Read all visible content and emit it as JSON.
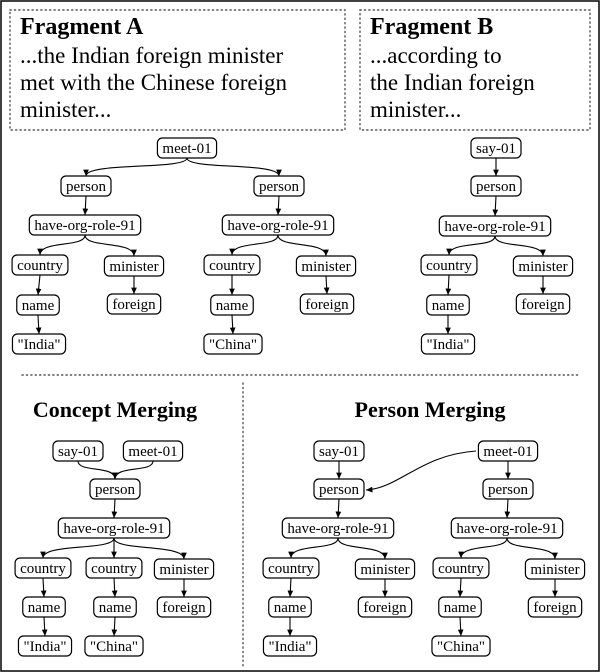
{
  "fragments": {
    "a": {
      "title": "Fragment  A",
      "lines": [
        "...the Indian foreign minister",
        "met with the Chinese foreign",
        "minister..."
      ]
    },
    "b": {
      "title": "Fragment  B",
      "lines": [
        "...according to",
        "the Indian foreign",
        "minister..."
      ]
    }
  },
  "sections": {
    "concept_merging": "Concept Merging",
    "person_merging": "Person Merging"
  },
  "graphs": {
    "frag_a": {
      "nodes": {
        "meet": "meet-01",
        "person1": "person",
        "person2": "person",
        "hor1": "have-org-role-91",
        "hor2": "have-org-role-91",
        "country1": "country",
        "minister1": "minister",
        "country2": "country",
        "minister2": "minister",
        "name1": "name",
        "foreign1": "foreign",
        "name2": "name",
        "foreign2": "foreign",
        "india": "\"India\"",
        "china": "\"China\""
      }
    },
    "frag_b": {
      "nodes": {
        "say": "say-01",
        "person": "person",
        "hor": "have-org-role-91",
        "country": "country",
        "minister": "minister",
        "name": "name",
        "foreign": "foreign",
        "india": "\"India\""
      }
    },
    "concept_merging": {
      "nodes": {
        "say": "say-01",
        "meet": "meet-01",
        "person": "person",
        "hor": "have-org-role-91",
        "country1": "country",
        "country2": "country",
        "minister": "minister",
        "name1": "name",
        "name2": "name",
        "foreign": "foreign",
        "india": "\"India\"",
        "china": "\"China\""
      }
    },
    "person_merging": {
      "nodes": {
        "say": "say-01",
        "meet": "meet-01",
        "person1": "person",
        "person2": "person",
        "hor1": "have-org-role-91",
        "hor2": "have-org-role-91",
        "country1": "country",
        "minister1": "minister",
        "country2": "country",
        "minister2": "minister",
        "name1": "name",
        "foreign1": "foreign",
        "name2": "name",
        "foreign2": "foreign",
        "india": "\"India\"",
        "china": "\"China\""
      }
    }
  }
}
